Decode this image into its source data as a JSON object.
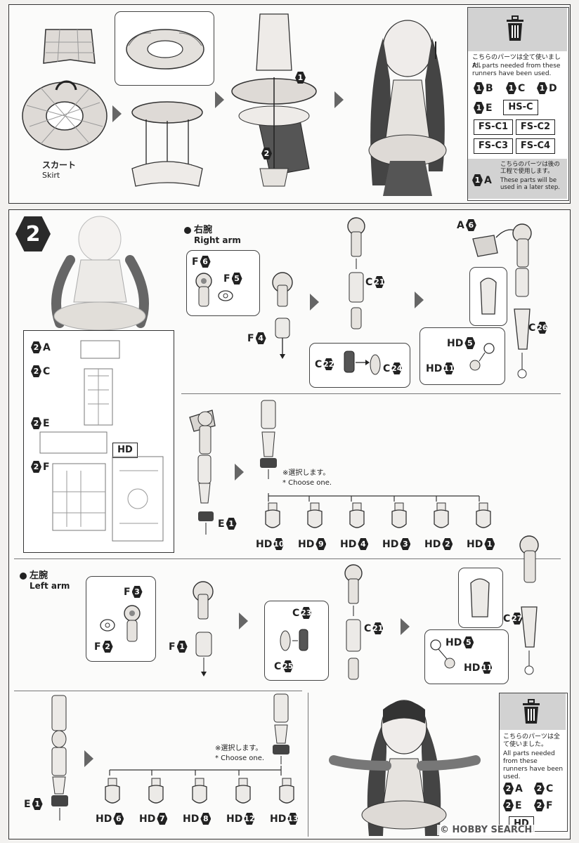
{
  "step1": {
    "skirt_jp": "スカート",
    "skirt_en": "Skirt",
    "callout_1": "1",
    "callout_2": "2"
  },
  "used_panel_top": {
    "jp": "こちらのパーツは全て使いました。",
    "en": "All parts needed from these runners have been used.",
    "runners": [
      "B",
      "C",
      "D",
      "E"
    ],
    "runner_prefix": "1",
    "tags": [
      "HS-C",
      "FS-C1",
      "FS-C2",
      "FS-C3",
      "FS-C4"
    ],
    "later_jp": "こちらのパーツは後の工程で使用します。",
    "later_en": "These parts will be used in a later step.",
    "later_runner": "A"
  },
  "step2": {
    "number": "2",
    "runners": {
      "a": "2A",
      "c": "2C",
      "e": "2E",
      "f": "2F",
      "hd": "HD"
    }
  },
  "right_arm": {
    "title_jp": "右腕",
    "title_en": "Right arm",
    "parts": {
      "f6": {
        "l": "F",
        "n": "6"
      },
      "f5": {
        "l": "F",
        "n": "5"
      },
      "f4": {
        "l": "F",
        "n": "4"
      },
      "c21": {
        "l": "C",
        "n": "21"
      },
      "c22": {
        "l": "C",
        "n": "22"
      },
      "c24": {
        "l": "C",
        "n": "24"
      },
      "a6": {
        "l": "A",
        "n": "6"
      },
      "hd5": {
        "l": "HD",
        "n": "5"
      },
      "hd11": {
        "l": "HD",
        "n": "11"
      },
      "c26": {
        "l": "C",
        "n": "26"
      },
      "e1": {
        "l": "E",
        "n": "1"
      }
    },
    "choose_jp": "※選択します。",
    "choose_en": "* Choose one.",
    "hands": [
      {
        "l": "HD",
        "n": "10"
      },
      {
        "l": "HD",
        "n": "9"
      },
      {
        "l": "HD",
        "n": "4"
      },
      {
        "l": "HD",
        "n": "3"
      },
      {
        "l": "HD",
        "n": "2"
      },
      {
        "l": "HD",
        "n": "1"
      }
    ]
  },
  "left_arm": {
    "title_jp": "左腕",
    "title_en": "Left arm",
    "parts": {
      "f3": {
        "l": "F",
        "n": "3"
      },
      "f2": {
        "l": "F",
        "n": "2"
      },
      "f1": {
        "l": "F",
        "n": "1"
      },
      "c23": {
        "l": "C",
        "n": "23"
      },
      "c25": {
        "l": "C",
        "n": "25"
      },
      "c21": {
        "l": "C",
        "n": "21"
      },
      "c27": {
        "l": "C",
        "n": "27"
      },
      "hd5": {
        "l": "HD",
        "n": "5"
      },
      "hd11": {
        "l": "HD",
        "n": "11"
      },
      "e1": {
        "l": "E",
        "n": "1"
      }
    },
    "choose_jp": "※選択します。",
    "choose_en": "* Choose one.",
    "hands": [
      {
        "l": "HD",
        "n": "6"
      },
      {
        "l": "HD",
        "n": "7"
      },
      {
        "l": "HD",
        "n": "8"
      },
      {
        "l": "HD",
        "n": "12"
      },
      {
        "l": "HD",
        "n": "13"
      }
    ]
  },
  "used_panel_bottom": {
    "jp": "こちらのパーツは全て使いました。",
    "en": "All parts needed from these runners have been used.",
    "runners": [
      "2A",
      "2C",
      "2E",
      "2F"
    ],
    "tag": "HD"
  },
  "watermark": {
    "copyright": "©",
    "brand": "HOBBY SEARCH"
  }
}
